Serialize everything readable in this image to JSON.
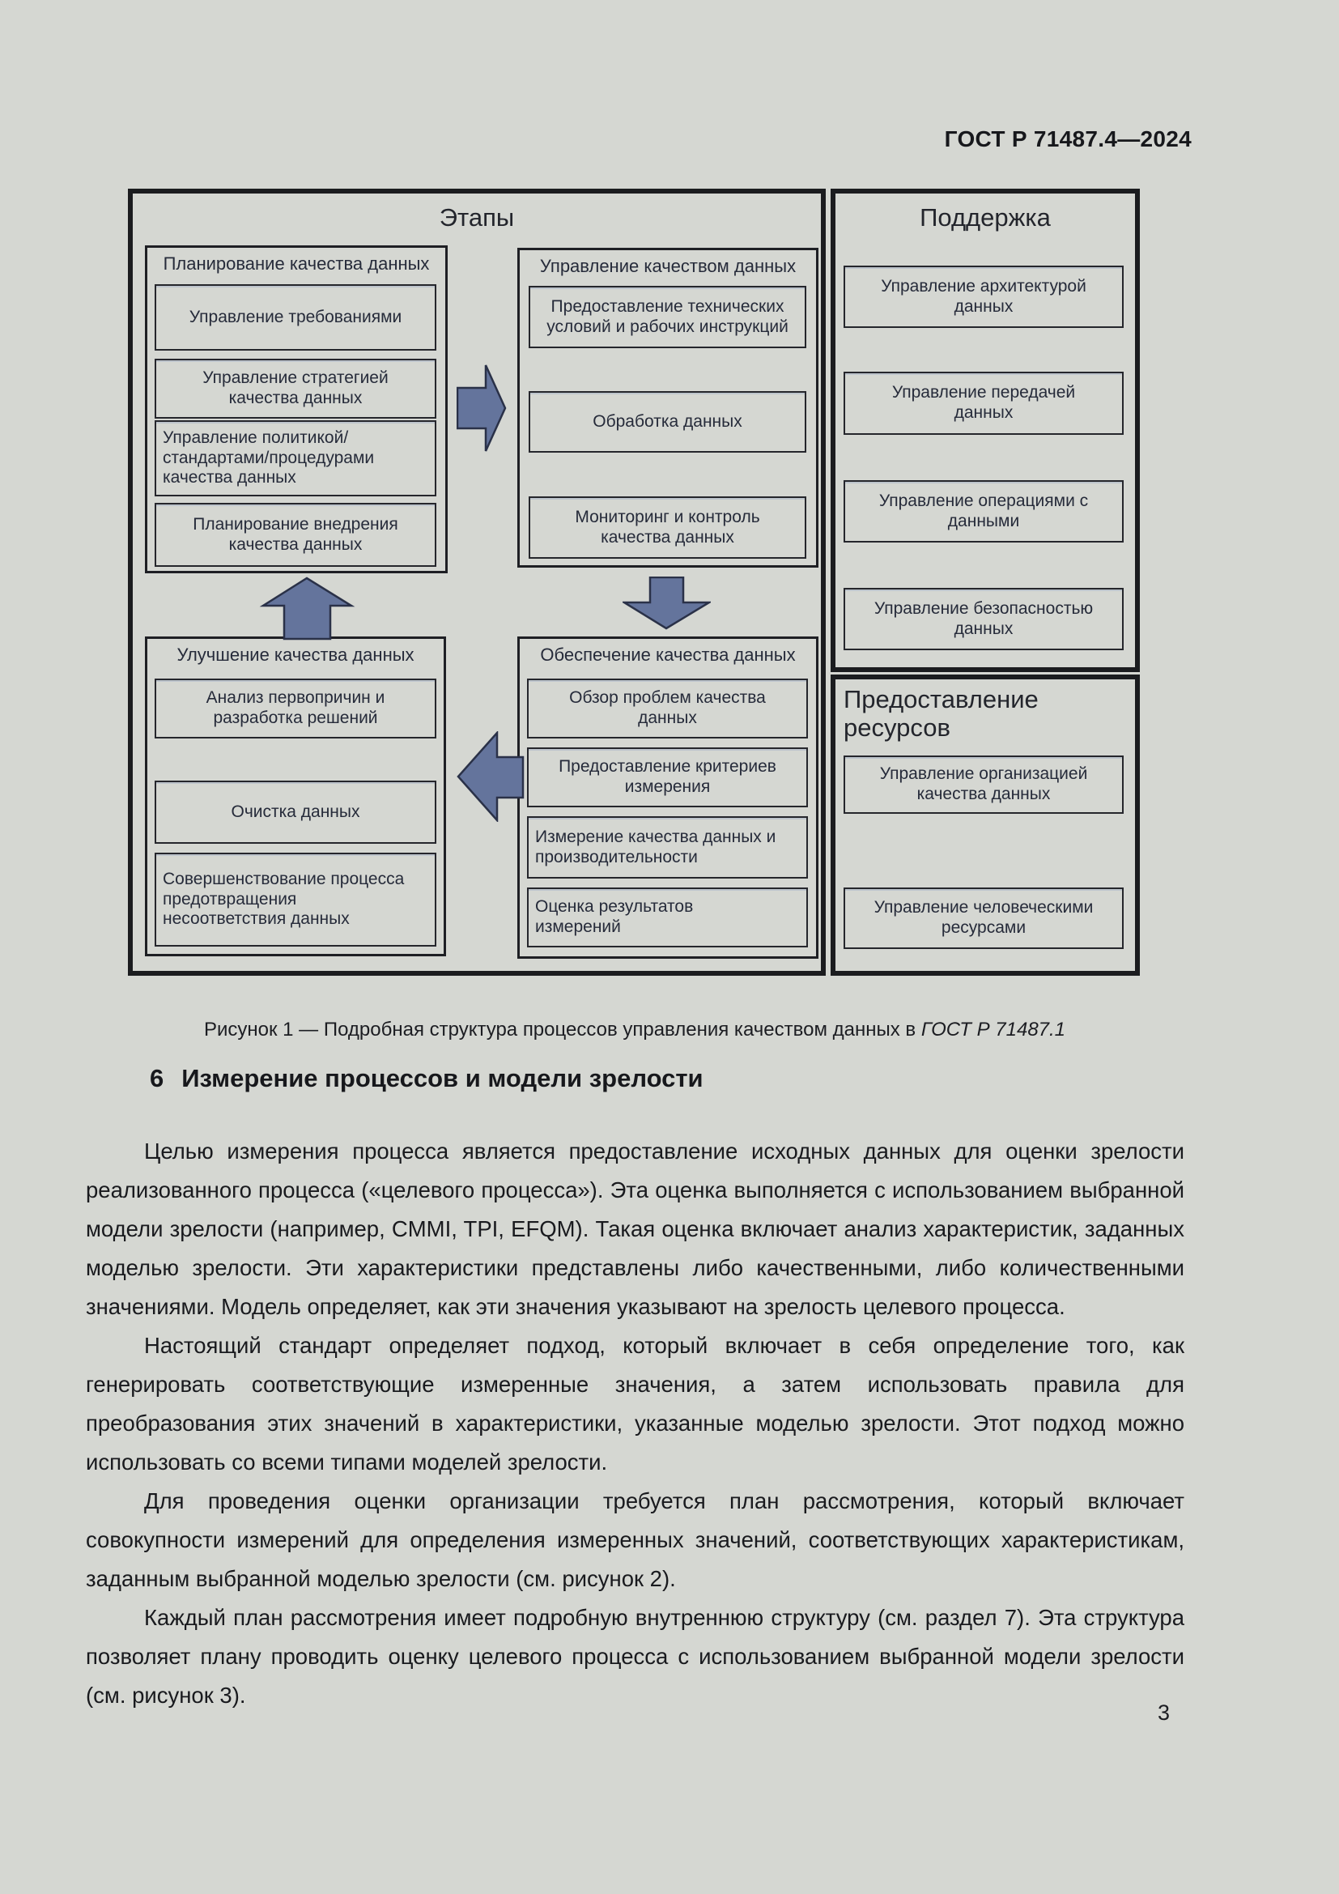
{
  "page": {
    "header": "ГОСТ Р 71487.4—2024",
    "page_number": "3"
  },
  "figure": {
    "caption": {
      "prefix": "Рисунок 1 — Подробная структура процессов управления качеством данных в ",
      "standard_ref": "ГОСТ Р 71487.1"
    },
    "stages": {
      "title": "Этапы",
      "planning": {
        "title": "Планирование качества данных",
        "items": [
          "Управление требованиями",
          "Управление стратегией\nкачества  данных",
          "Управление политикой/\nстандартами/процедурами\nкачества данных",
          "Планирование внедрения\nкачества данных"
        ]
      },
      "management": {
        "title": "Управление качеством данных",
        "items": [
          "Предоставление технических\nусловий и рабочих инструкций",
          "Обработка данных",
          "Мониторинг и контроль\nкачества данных"
        ]
      },
      "improvement": {
        "title": "Улучшение качества данных",
        "items": [
          "Анализ первопричин и\nразработка решений",
          "Очистка данных",
          "Совершенствование процесса\nпредотвращения\nнесоответствия данных"
        ]
      },
      "assurance": {
        "title": "Обеспечение качества данных",
        "items": [
          "Обзор проблем качества\nданных",
          "Предоставление критериев\nизмерения",
          "Измерение качества данных и\nпроизводительности",
          "Оценка результатов\nизмерений"
        ]
      }
    },
    "support": {
      "title": "Поддержка",
      "items": [
        "Управление архитектурой\nданных",
        "Управление передачей\nданных",
        "Управление операциями с\nданными",
        "Управление безопасностью\nданных"
      ]
    },
    "resources": {
      "title": "Предоставление\nресурсов",
      "items": [
        "Управление организацией\nкачества данных",
        "Управление человеческими\nресурсами"
      ]
    }
  },
  "section": {
    "number": "6",
    "title": "Измерение процессов и модели зрелости"
  },
  "body": {
    "paragraphs": [
      "Целью измерения процесса является предоставление исходных данных для оценки зрелости реализованного процесса («целевого процесса»). Эта оценка выполняется с использованием выбранной модели зрелости (например, CMMI, TPI, EFQM). Такая оценка включает анализ характеристик, заданных моделью зрелости. Эти характеристики представлены либо качественными, либо количественными значениями. Модель определяет, как эти значения указывают на зрелость целевого процесса.",
      "Настоящий стандарт определяет подход, который включает в себя определение того, как генерировать соответствующие измеренные значения, а затем использовать правила для преобразования этих значений в характеристики, указанные моделью зрелости. Этот подход можно использовать со всеми типами моделей зрелости.",
      "Для проведения оценки организации требуется план рассмотрения, который включает совокупности измерений для определения измеренных значений, соответствующих характеристикам, заданным выбранной моделью зрелости (см. рисунок 2).",
      "Каждый план рассмотрения имеет подробную внутреннюю структуру (см. раздел 7). Эта структура позволяет плану проводить оценку целевого процесса с использованием выбранной модели зрелости (см. рисунок 3)."
    ]
  },
  "colors": {
    "page_background": "#d5d7d2",
    "arrow_fill": "#64749c",
    "arrow_outline": "#2a3148",
    "border": "#1e1f24",
    "text": "#1a1d25"
  }
}
